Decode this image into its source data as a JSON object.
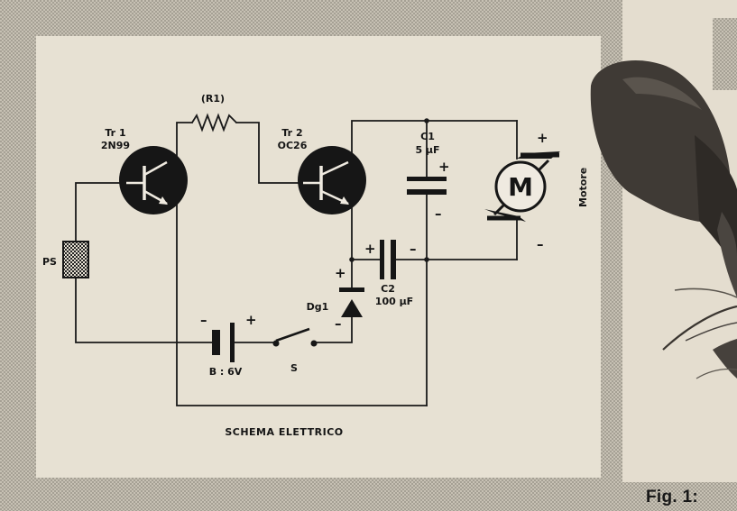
{
  "schematic": {
    "transistor1": {
      "ref": "Tr 1",
      "model": "2N99"
    },
    "transistor2": {
      "ref": "Tr 2",
      "model": "OC26"
    },
    "resistor": {
      "ref": "(R1)"
    },
    "capacitor1": {
      "ref": "C1",
      "value": "5 μF"
    },
    "capacitor2": {
      "ref": "C2",
      "value": "100 μF"
    },
    "diode": {
      "ref": "Dg1"
    },
    "motor": {
      "symbol": "M",
      "label": "Motore"
    },
    "sensor": {
      "ref": "PS"
    },
    "battery": {
      "ref": "B : 6V"
    },
    "switch": {
      "ref": "S"
    },
    "plus": "+",
    "minus": "–",
    "title": "SCHEMA ELETTRICO"
  },
  "caption": "Fig. 1:"
}
